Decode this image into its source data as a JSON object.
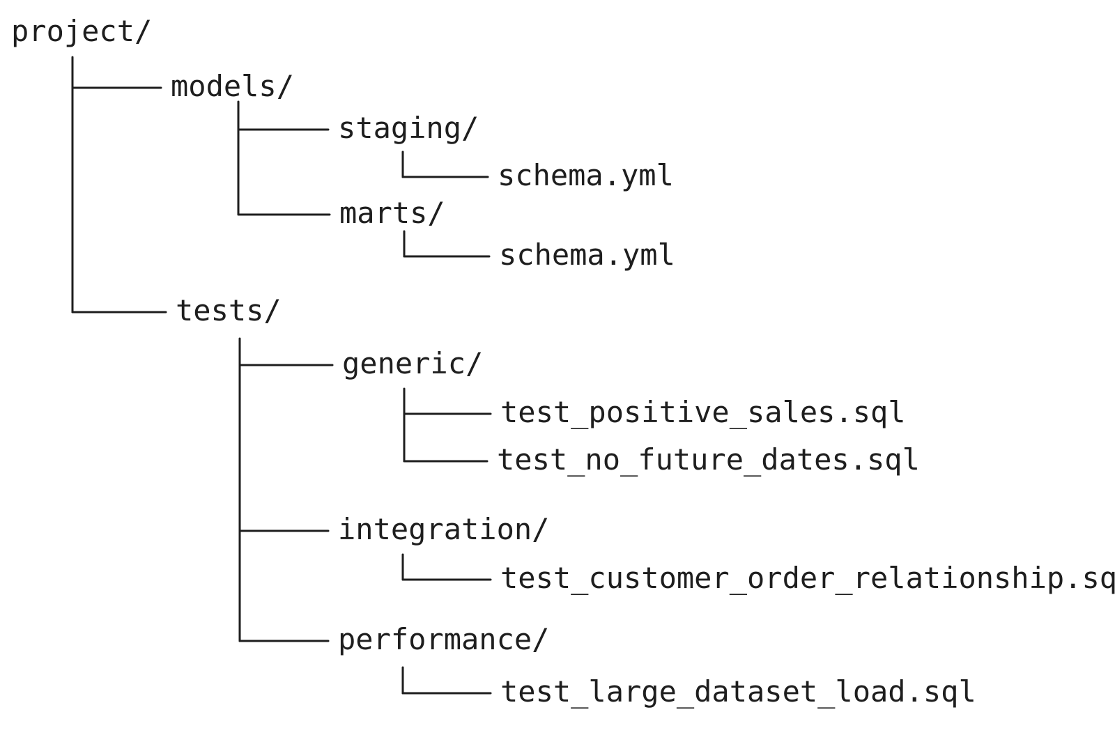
{
  "tree": {
    "name": "project/",
    "children": [
      {
        "name": "models/",
        "children": [
          {
            "name": "staging/",
            "children": [
              {
                "name": "schema.yml"
              }
            ]
          },
          {
            "name": "marts/",
            "children": [
              {
                "name": "schema.yml"
              }
            ]
          }
        ]
      },
      {
        "name": "tests/",
        "children": [
          {
            "name": "generic/",
            "children": [
              {
                "name": "test_positive_sales.sql"
              },
              {
                "name": "test_no_future_dates.sql"
              }
            ]
          },
          {
            "name": "integration/",
            "children": [
              {
                "name": "test_customer_order_relationship.sql"
              }
            ]
          },
          {
            "name": "performance/",
            "children": [
              {
                "name": "test_large_dataset_load.sql"
              }
            ]
          }
        ]
      }
    ]
  },
  "colors": {
    "ink": "#1e1e1e",
    "background": "#ffffff"
  }
}
